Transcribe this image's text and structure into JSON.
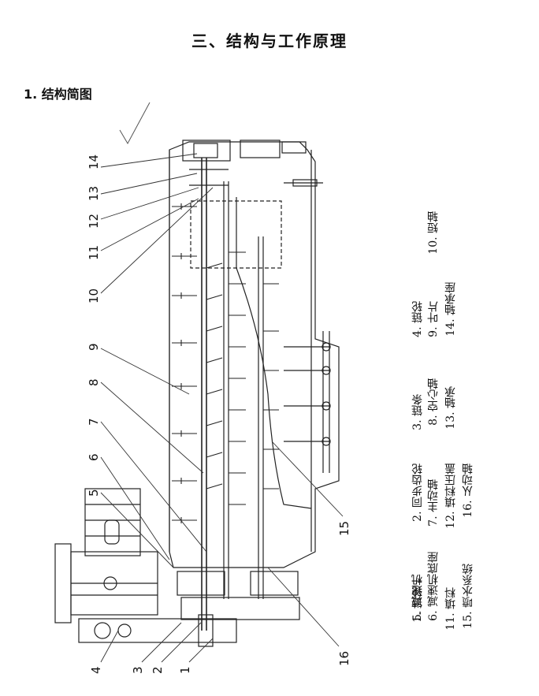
{
  "section_title": "三、结构与工作原理",
  "subsection_title": "1. 结构简图",
  "callouts": [
    "14",
    "13",
    "12",
    "11",
    "10",
    "9",
    "8",
    "7",
    "6",
    "5",
    "4",
    "3",
    "2",
    "1",
    "16",
    "15"
  ],
  "legend": {
    "c1": [
      "1. 链轮一",
      "6. 减速机底座",
      "11. 填料",
      "15. 喷水系统"
    ],
    "c2": [
      "2. 同步齿轮",
      "7. 主动轴",
      "12. 填料压盖",
      "16. 从动轴"
    ],
    "c3": [
      "3. 链条",
      "8. 空心轴",
      "13. 轴承"
    ],
    "c4": [
      "4. 链轮",
      "9. 叶片",
      "14. 轴承座"
    ],
    "c5": [
      "5. 减速机",
      "10. 短轴"
    ]
  }
}
